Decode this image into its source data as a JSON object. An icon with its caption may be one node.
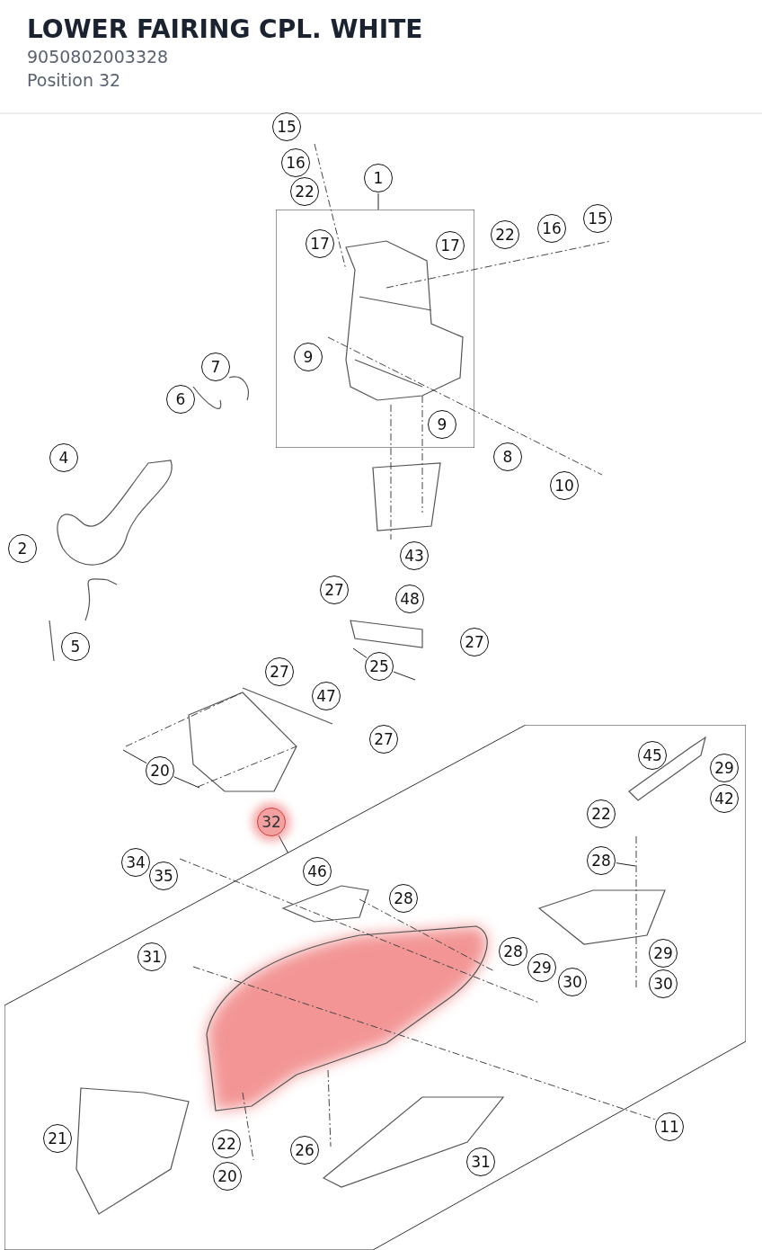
{
  "diagram": {
    "title": "LOWER FAIRING CPL. WHITE",
    "nodes": [
      {
        "text": [
          "15"
        ]
      },
      {
        "text": [
          "16"
        ]
      },
      {
        "text": [
          "22"
        ]
      },
      {
        "text": [
          "1"
        ]
      },
      {
        "text": [],
        "shape": "box"
      },
      {
        "text": [
          "15"
        ]
      },
      {
        "text": [
          "16"
        ]
      },
      {
        "text": [
          "22"
        ]
      },
      {
        "text": [
          "17"
        ],
        "in": 4
      },
      {
        "text": [
          "17"
        ],
        "in": 4
      },
      {
        "text": [
          "9"
        ],
        "in": 4
      },
      {
        "text": [
          "7"
        ]
      },
      {
        "text": [
          "6"
        ]
      },
      {
        "text": [
          "9"
        ],
        "in": 4
      },
      {
        "text": [
          "4"
        ]
      },
      {
        "text": [
          "8"
        ]
      },
      {
        "text": [
          "10"
        ]
      },
      {
        "text": [
          "2"
        ]
      },
      {
        "text": [
          "43"
        ]
      },
      {
        "text": [
          "27"
        ]
      },
      {
        "text": [
          "48"
        ]
      },
      {
        "text": [
          "27"
        ]
      },
      {
        "text": [
          "5"
        ]
      },
      {
        "text": [
          "25"
        ]
      },
      {
        "text": [
          "27"
        ]
      },
      {
        "text": [
          "47"
        ]
      },
      {
        "text": [
          "27"
        ]
      },
      {
        "text": [],
        "shape": "box"
      },
      {
        "text": [
          "45"
        ],
        "in": 27
      },
      {
        "text": [
          "29"
        ],
        "in": 27
      },
      {
        "text": [
          "20"
        ]
      },
      {
        "text": [
          "42"
        ],
        "in": 27
      },
      {
        "text": [
          "22"
        ],
        "in": 27
      },
      {
        "text": [
          "32"
        ]
      },
      {
        "text": [
          "34"
        ]
      },
      {
        "text": [
          "28"
        ],
        "in": 27
      },
      {
        "text": [
          "46"
        ],
        "in": 27
      },
      {
        "text": [
          "35"
        ]
      },
      {
        "text": [
          "28"
        ],
        "in": 27
      },
      {
        "text": [
          "28"
        ],
        "in": 27
      },
      {
        "text": [
          "29"
        ],
        "in": 27
      },
      {
        "text": [
          "31"
        ],
        "in": 27
      },
      {
        "text": [
          "29"
        ],
        "in": 27
      },
      {
        "text": [
          "30"
        ],
        "in": 27
      },
      {
        "text": [
          "30"
        ],
        "in": 27
      },
      {
        "text": [
          "11"
        ],
        "in": 27
      },
      {
        "text": [
          "21"
        ],
        "in": 27
      },
      {
        "text": [
          "22"
        ],
        "in": 27
      },
      {
        "text": [
          "26"
        ],
        "in": 27
      },
      {
        "text": [
          "31"
        ],
        "in": 27
      },
      {
        "text": [
          "20"
        ],
        "in": 27
      }
    ],
    "edges": [
      {
        "from": 3,
        "to": 4,
        "arrow": "none"
      },
      {
        "from": 33,
        "to": 27,
        "arrow": "none"
      },
      {
        "from": 23,
        "to": null,
        "arrow": "none"
      },
      {
        "from": 23,
        "to": null,
        "arrow": "none"
      },
      {
        "from": 30,
        "to": null,
        "arrow": "none"
      },
      {
        "from": 30,
        "to": null,
        "arrow": "none"
      },
      {
        "from": 35,
        "to": null,
        "arrow": "none"
      }
    ],
    "labels": [
      "9050802003328",
      "Position 32"
    ]
  }
}
